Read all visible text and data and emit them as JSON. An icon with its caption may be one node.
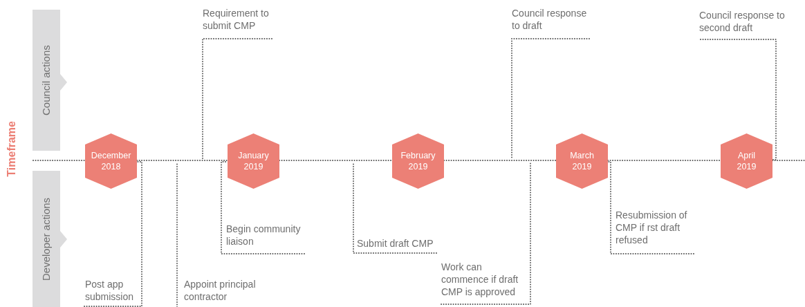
{
  "diagram": {
    "nodes": [
      {
        "text": [
          "Council actions"
        ]
      },
      {
        "text": [
          "Developer actions"
        ]
      },
      {
        "text": [
          "December 2018"
        ]
      },
      {
        "text": [
          "January 2019"
        ]
      },
      {
        "text": [
          "February 2019"
        ]
      },
      {
        "text": [
          "March 2019"
        ]
      },
      {
        "text": [
          "April 2019"
        ]
      },
      {
        "text": [
          "Requirement to submit CMP"
        ]
      },
      {
        "text": [
          "Council response to draft"
        ]
      },
      {
        "text": [
          "Council response to second draft"
        ]
      },
      {
        "text": [
          "Post app submission"
        ]
      },
      {
        "text": [
          "Appoint principal contractor"
        ]
      },
      {
        "text": [
          "Begin community liaison"
        ]
      },
      {
        "text": [
          "Submit draft CMP"
        ]
      },
      {
        "text": [
          "Work can commence if draft CMP is approved"
        ]
      },
      {
        "text": [
          "Resubmission of CMP if rst draft refused"
        ]
      }
    ],
    "edges": [
      {
        "from": null,
        "to": 2,
        "arrow": "none",
        "style": "dashed"
      },
      {
        "from": 2,
        "to": 3,
        "arrow": "none",
        "style": "dashed"
      },
      {
        "from": 3,
        "to": 4,
        "arrow": "none",
        "style": "dashed"
      },
      {
        "from": 4,
        "to": 5,
        "arrow": "none",
        "style": "dashed"
      },
      {
        "from": 5,
        "to": 6,
        "arrow": "none",
        "style": "dashed"
      },
      {
        "from": 6,
        "to": null,
        "arrow": "none",
        "style": "dashed"
      },
      {
        "from": 7,
        "to": null,
        "arrow": "none",
        "style": "dashed"
      },
      {
        "from": 8,
        "to": null,
        "arrow": "none",
        "style": "dashed"
      },
      {
        "from": 9,
        "to": 6,
        "arrow": "none",
        "style": "dashed"
      },
      {
        "from": 10,
        "to": 2,
        "arrow": "none",
        "style": "dashed"
      },
      {
        "from": 11,
        "to": null,
        "arrow": "none",
        "style": "dashed"
      },
      {
        "from": 12,
        "to": 3,
        "arrow": "none",
        "style": "dashed"
      },
      {
        "from": 13,
        "to": null,
        "arrow": "none",
        "style": "dashed"
      },
      {
        "from": 14,
        "to": null,
        "arrow": "none",
        "style": "dashed"
      },
      {
        "from": 15,
        "to": 5,
        "arrow": "none",
        "style": "dashed"
      }
    ],
    "labels": [
      "Timeframe"
    ]
  }
}
